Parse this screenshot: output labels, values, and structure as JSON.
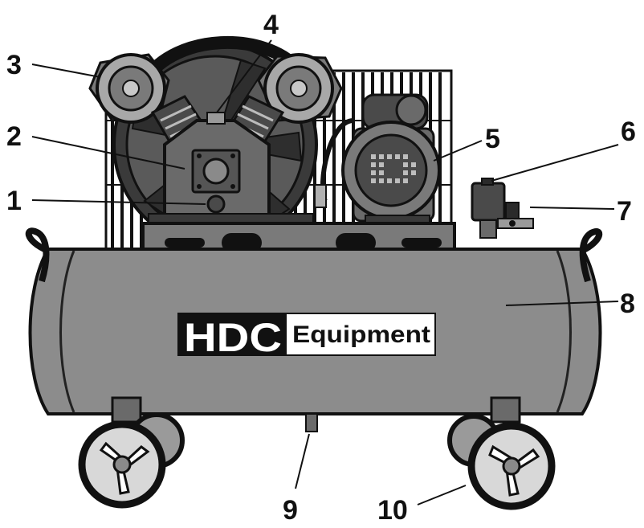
{
  "brand": {
    "primary": "HDC",
    "secondary": "Equipment"
  },
  "callouts": [
    {
      "number": "1"
    },
    {
      "number": "2"
    },
    {
      "number": "3"
    },
    {
      "number": "4"
    },
    {
      "number": "5"
    },
    {
      "number": "6"
    },
    {
      "number": "7"
    },
    {
      "number": "8"
    },
    {
      "number": "9"
    },
    {
      "number": "10"
    }
  ],
  "colors": {
    "tank": "#8c8c8c",
    "metal_dark": "#5a5a5a",
    "outline": "#111111",
    "wheel": "#d8d8d8",
    "background": "#ffffff"
  }
}
